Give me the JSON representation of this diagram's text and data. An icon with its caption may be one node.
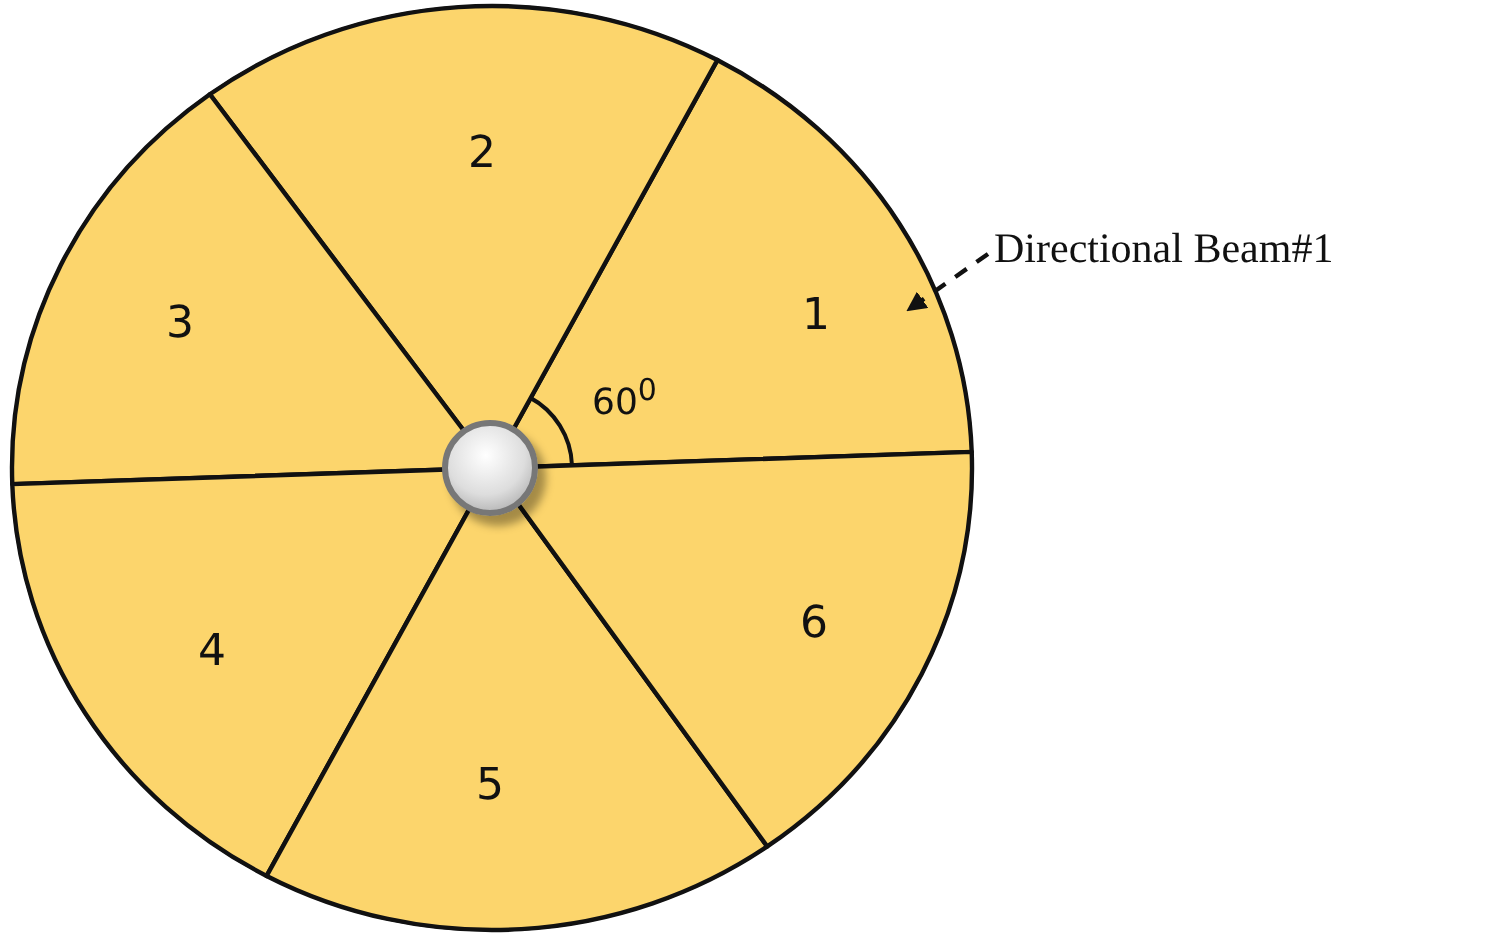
{
  "diagram": {
    "nodes": [
      {
        "text": [
          "1"
        ]
      },
      {
        "text": [
          "2"
        ]
      },
      {
        "text": [
          "3"
        ]
      },
      {
        "text": [
          "4"
        ]
      },
      {
        "text": [
          "5"
        ]
      },
      {
        "text": [
          "6"
        ]
      },
      {
        "text": [],
        "shape": "circle"
      },
      {
        "text": [
          "Directional Beam#1"
        ]
      }
    ],
    "edges": [
      {
        "from": 7,
        "to": 0,
        "arrow": "to",
        "style": "dashed"
      }
    ],
    "labels": [
      "60$^{0}$"
    ]
  }
}
